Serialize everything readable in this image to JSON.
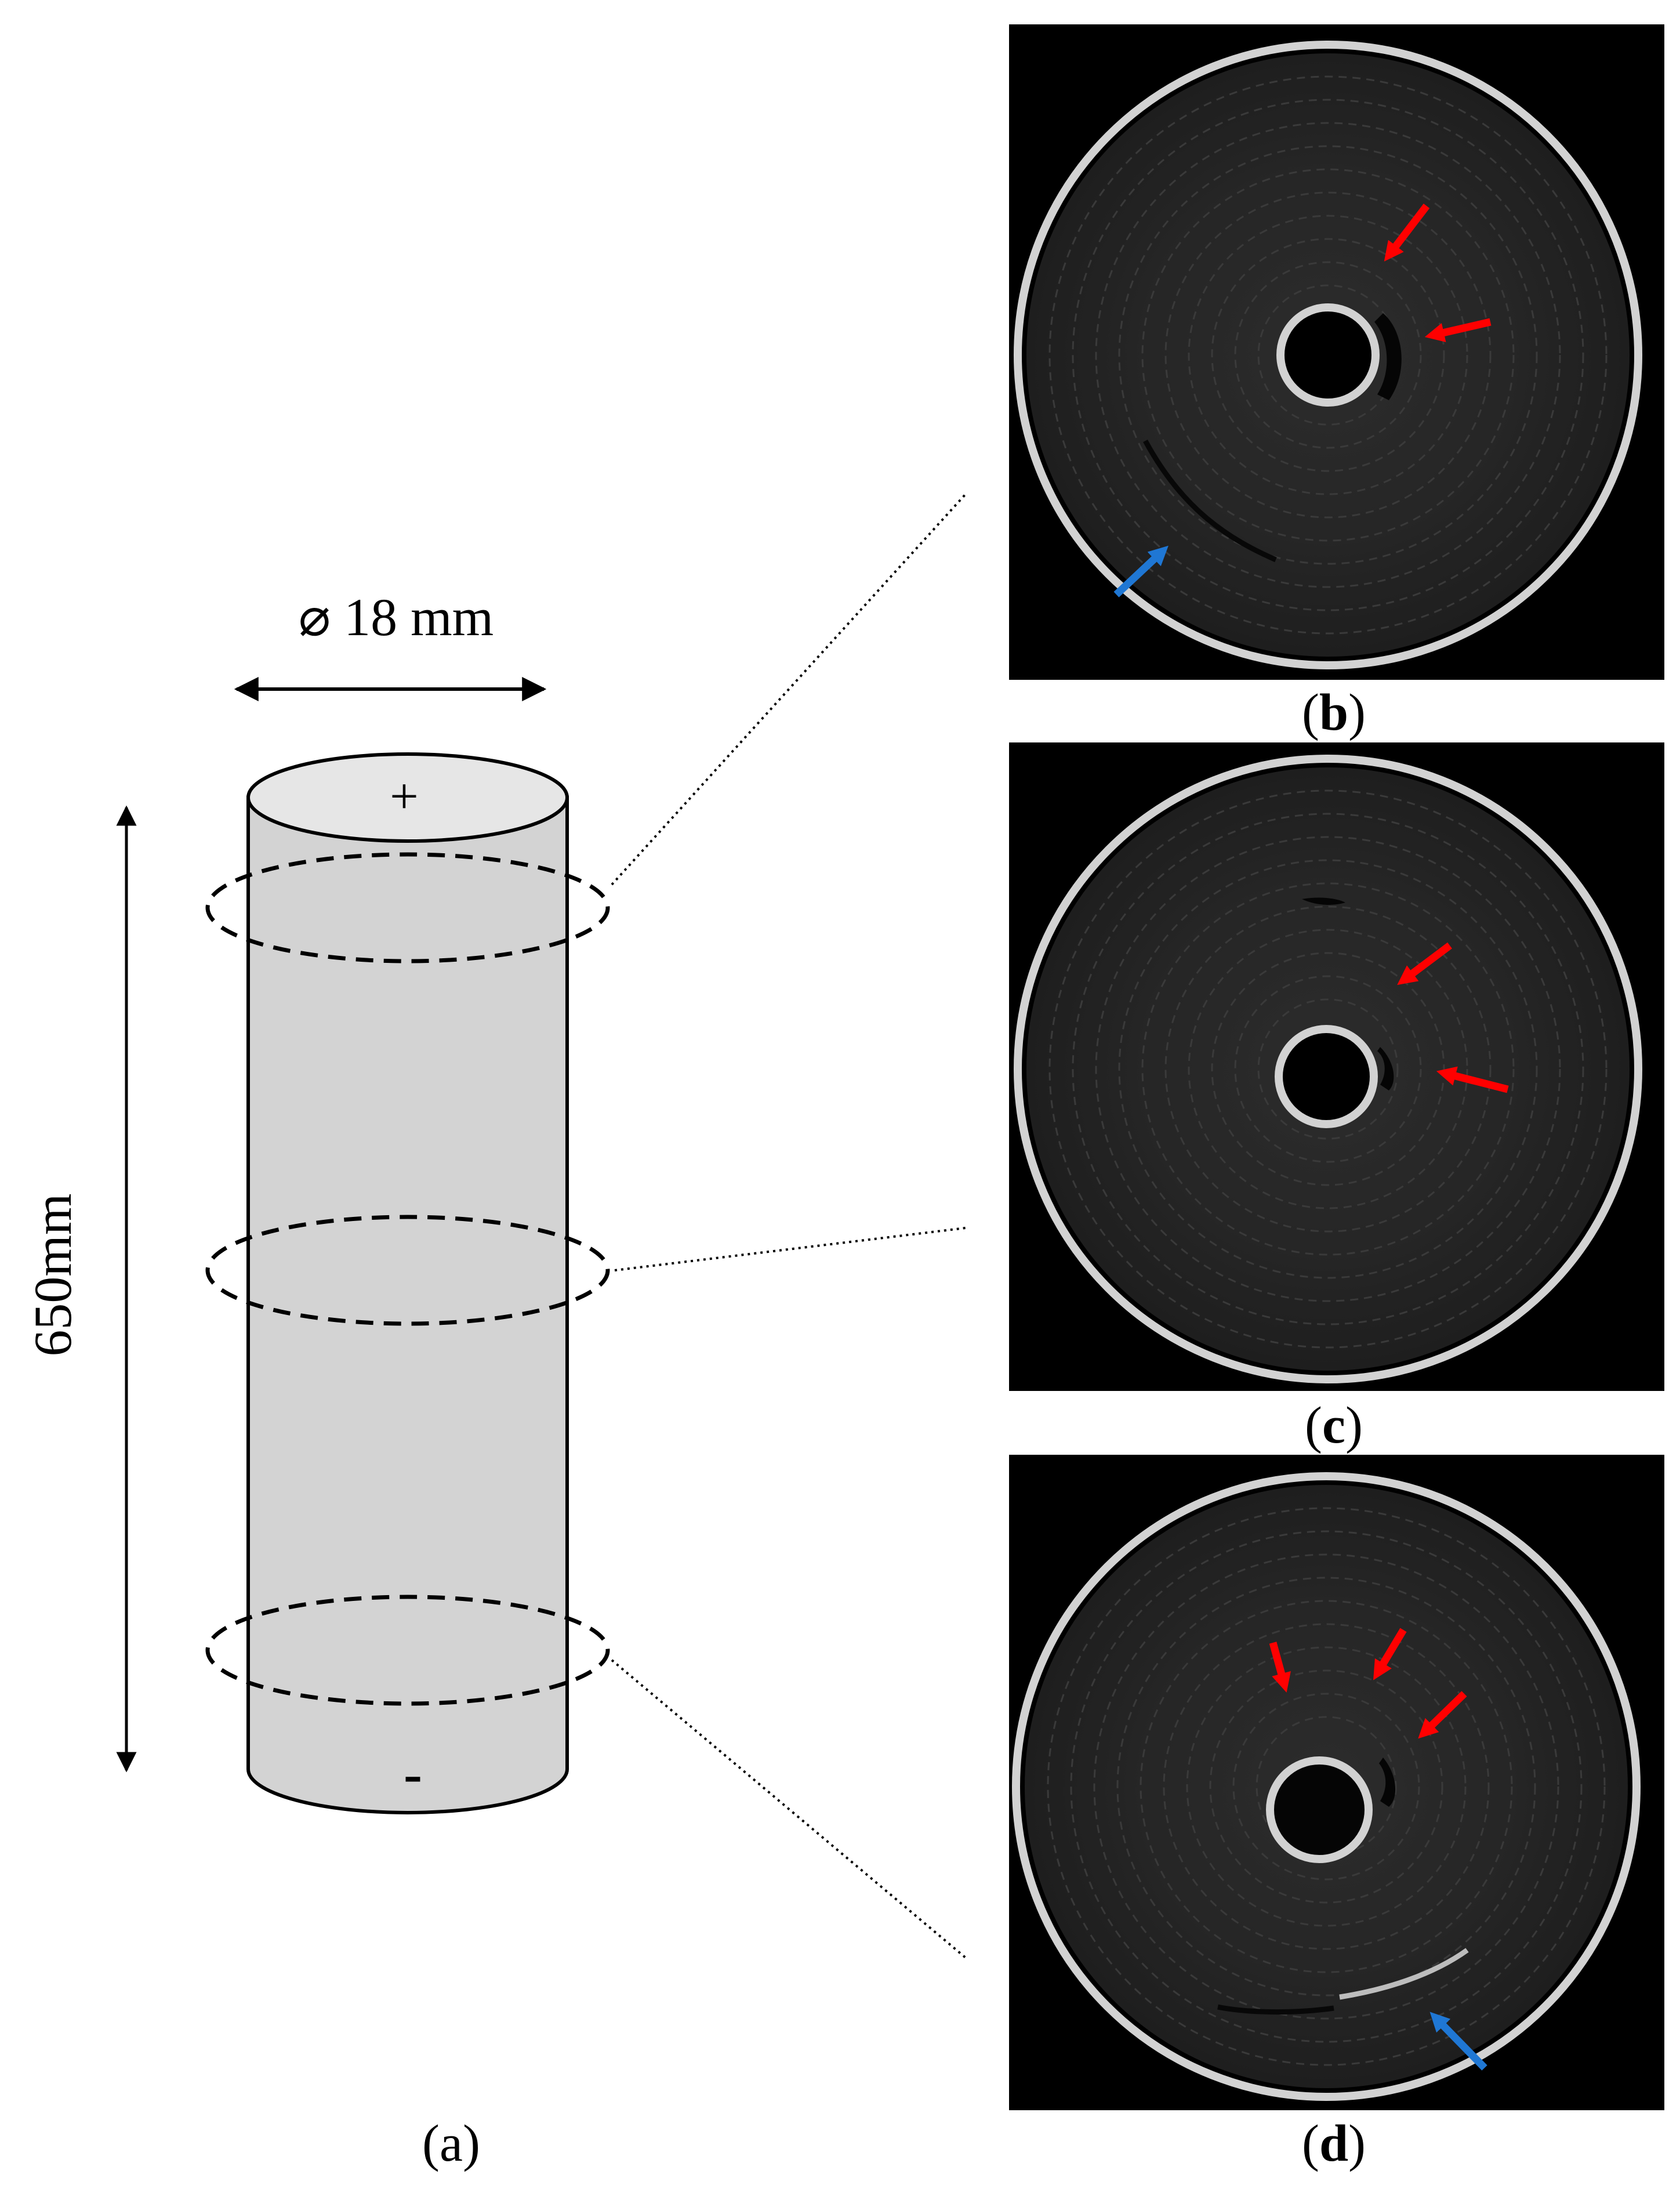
{
  "diagram": {
    "diameter_label": "⌀ 18 mm",
    "height_label": "650mm",
    "positive_terminal": "+",
    "negative_terminal": "-",
    "colors": {
      "cell_body": "#d3d3d3",
      "cell_top": "#e6e6e6",
      "outline": "#000000",
      "panel_background": "#000000",
      "red_arrow": "#ff0000",
      "blue_arrow": "#1f77d4"
    }
  },
  "panels": [
    {
      "id": "a",
      "open": "(",
      "letter": "a",
      "close": ")"
    },
    {
      "id": "b",
      "open": "(",
      "letter": "b",
      "close": ")",
      "red_arrows": 2,
      "blue_arrows": 1
    },
    {
      "id": "c",
      "open": "(",
      "letter": "c",
      "close": ")",
      "red_arrows": 2,
      "blue_arrows": 0
    },
    {
      "id": "d",
      "open": "(",
      "letter": "d",
      "close": ")",
      "red_arrows": 3,
      "blue_arrows": 1
    }
  ]
}
